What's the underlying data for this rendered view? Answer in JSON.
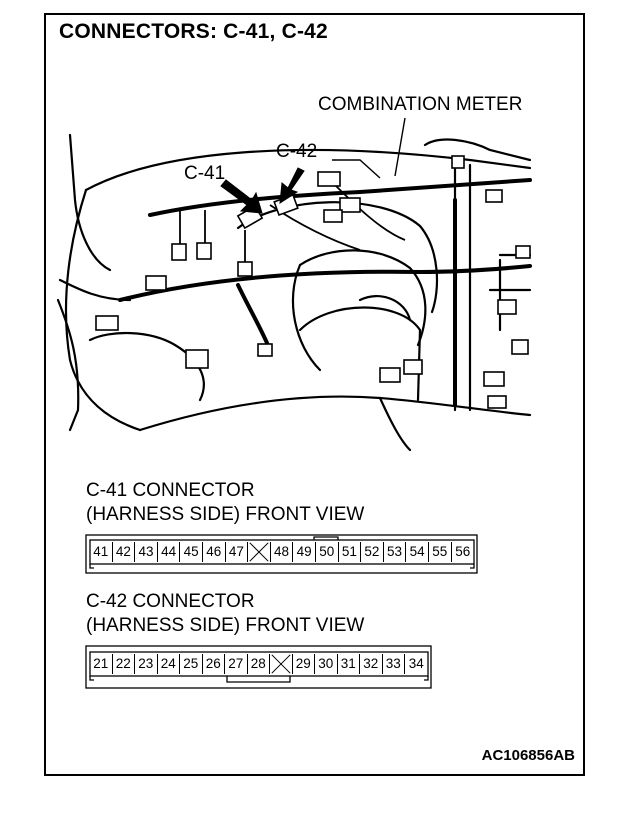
{
  "title": "CONNECTORS: C-41, C-42",
  "callouts": {
    "meter": "COMBINATION METER",
    "c41": "C-41",
    "c42": "C-42"
  },
  "c41": {
    "title_line1": "C-41 CONNECTOR",
    "title_line2": "(HARNESS SIDE) FRONT VIEW",
    "pins": [
      "41",
      "42",
      "43",
      "44",
      "45",
      "46",
      "47",
      "",
      "48",
      "49",
      "50",
      "51",
      "52",
      "53",
      "54",
      "55",
      "56"
    ]
  },
  "c42": {
    "title_line1": "C-42 CONNECTOR",
    "title_line2": "(HARNESS SIDE) FRONT VIEW",
    "pins": [
      "21",
      "22",
      "23",
      "24",
      "25",
      "26",
      "27",
      "28",
      "",
      "29",
      "30",
      "31",
      "32",
      "33",
      "34"
    ]
  },
  "figure_code": "AC106856AB"
}
